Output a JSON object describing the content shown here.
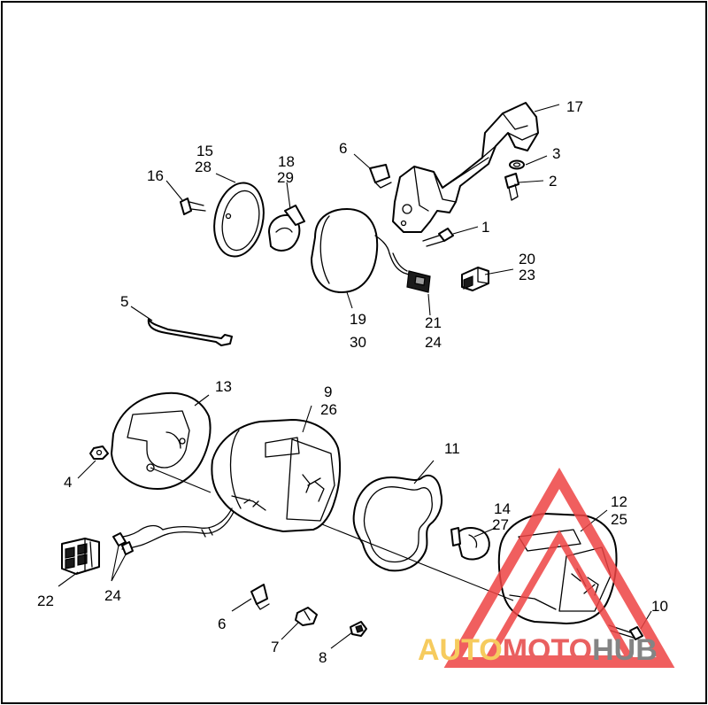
{
  "callouts": [
    {
      "id": "c1",
      "text": "1"
    },
    {
      "id": "c2",
      "text": "2"
    },
    {
      "id": "c3",
      "text": "3"
    },
    {
      "id": "c4",
      "text": "4"
    },
    {
      "id": "c5",
      "text": "5"
    },
    {
      "id": "c6a",
      "text": "6"
    },
    {
      "id": "c6b",
      "text": "6"
    },
    {
      "id": "c7",
      "text": "7"
    },
    {
      "id": "c8",
      "text": "8"
    },
    {
      "id": "c9",
      "text": "9"
    },
    {
      "id": "c26",
      "text": "26"
    },
    {
      "id": "c10",
      "text": "10"
    },
    {
      "id": "c11",
      "text": "11"
    },
    {
      "id": "c12",
      "text": "12"
    },
    {
      "id": "c25",
      "text": "25"
    },
    {
      "id": "c13",
      "text": "13"
    },
    {
      "id": "c14",
      "text": "14"
    },
    {
      "id": "c27",
      "text": "27"
    },
    {
      "id": "c15",
      "text": "15"
    },
    {
      "id": "c28",
      "text": "28"
    },
    {
      "id": "c16",
      "text": "16"
    },
    {
      "id": "c17",
      "text": "17"
    },
    {
      "id": "c18",
      "text": "18"
    },
    {
      "id": "c29",
      "text": "29"
    },
    {
      "id": "c19",
      "text": "19"
    },
    {
      "id": "c30",
      "text": "30"
    },
    {
      "id": "c20",
      "text": "20"
    },
    {
      "id": "c23",
      "text": "23"
    },
    {
      "id": "c21",
      "text": "21"
    },
    {
      "id": "c24a",
      "text": "24"
    },
    {
      "id": "c22",
      "text": "22"
    },
    {
      "id": "c24b",
      "text": "24"
    }
  ],
  "watermark": {
    "word_part1": "AUTO",
    "word_part2": "MOTO",
    "word_part3": "HUB",
    "color_yellow": "#f5c242",
    "color_red": "#e64545",
    "color_gray": "#6f6f6f",
    "triangle_color": "#ee4444"
  }
}
